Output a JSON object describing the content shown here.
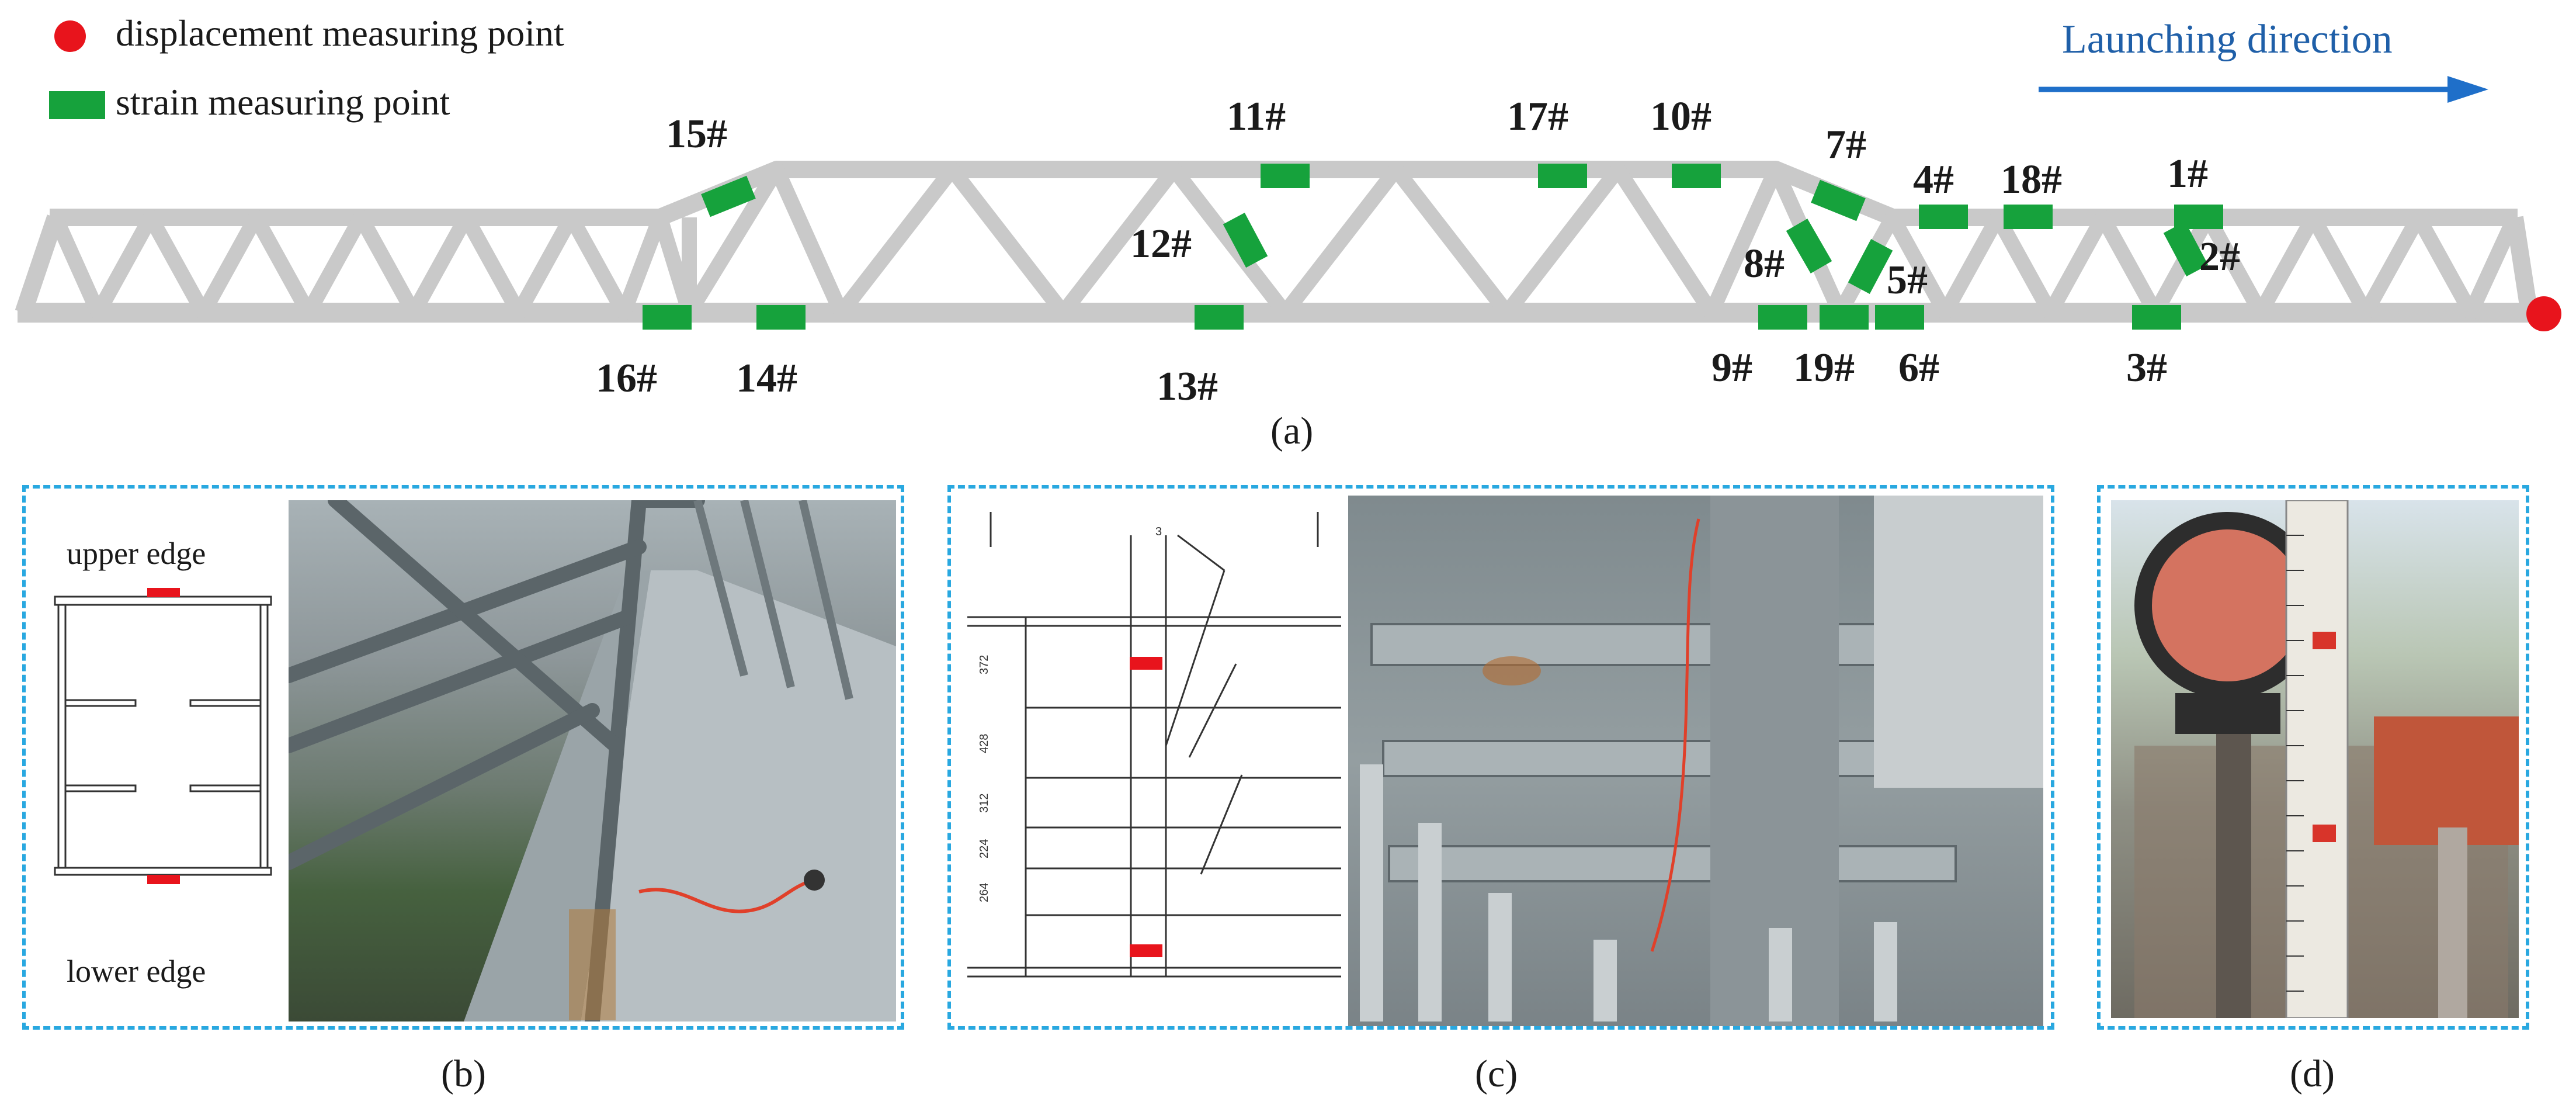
{
  "legend": {
    "displacement_label": "displacement measuring point",
    "strain_label": "strain measuring point",
    "displacement_color": "#e8141c",
    "strain_color": "#16a23c"
  },
  "direction": {
    "label": "Launching direction",
    "color": "#1f5fa8"
  },
  "truss_labels": [
    "1#",
    "2#",
    "3#",
    "4#",
    "5#",
    "6#",
    "7#",
    "8#",
    "9#",
    "10#",
    "11#",
    "12#",
    "13#",
    "14#",
    "15#",
    "16#",
    "17#",
    "18#",
    "19#"
  ],
  "panel_b": {
    "upper_label": "upper edge",
    "lower_label": "lower edge"
  },
  "panel_c": {
    "dims": [
      "372",
      "428",
      "312",
      "224",
      "264"
    ],
    "top_mark": "3"
  },
  "captions": {
    "a": "(a)",
    "b": "(b)",
    "c": "(c)",
    "d": "(d)"
  },
  "colors": {
    "truss": "#c9c9c9",
    "dash": "#29a8e0",
    "marker": "#e8141c"
  }
}
